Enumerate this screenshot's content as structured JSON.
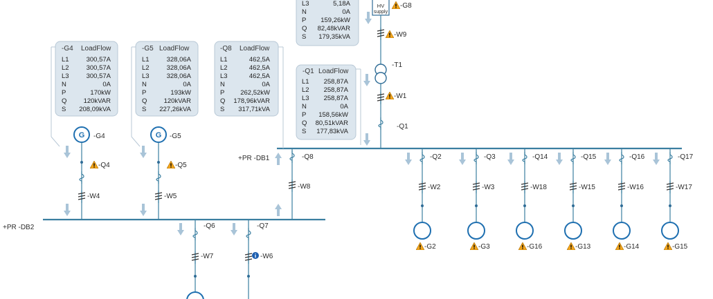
{
  "panels": [
    {
      "id": "g4",
      "title": "-G4",
      "header": "LoadFlow",
      "rows": [
        [
          "L1",
          "300,57A"
        ],
        [
          "L2",
          "300,57A"
        ],
        [
          "L3",
          "300,57A"
        ],
        [
          "N",
          "0A"
        ],
        [
          "P",
          "170kW"
        ],
        [
          "Q",
          "120kVAR"
        ],
        [
          "S",
          "208,09kVA"
        ]
      ]
    },
    {
      "id": "g5",
      "title": "-G5",
      "header": "LoadFlow",
      "rows": [
        [
          "L1",
          "328,06A"
        ],
        [
          "L2",
          "328,06A"
        ],
        [
          "L3",
          "328,06A"
        ],
        [
          "N",
          "0A"
        ],
        [
          "P",
          "193kW"
        ],
        [
          "Q",
          "120kVAR"
        ],
        [
          "S",
          "227,26kVA"
        ]
      ]
    },
    {
      "id": "q8",
      "title": "-Q8",
      "header": "LoadFlow",
      "rows": [
        [
          "L1",
          "462,5A"
        ],
        [
          "L2",
          "462,5A"
        ],
        [
          "L3",
          "462,5A"
        ],
        [
          "N",
          "0A"
        ],
        [
          "P",
          "262,52kW"
        ],
        [
          "Q",
          "178,96kVAR"
        ],
        [
          "S",
          "317,71kVA"
        ]
      ]
    },
    {
      "id": "q1",
      "title": "-Q1",
      "header": "LoadFlow",
      "rows": [
        [
          "L1",
          "258,87A"
        ],
        [
          "L2",
          "258,87A"
        ],
        [
          "L3",
          "258,87A"
        ],
        [
          "N",
          "0A"
        ],
        [
          "P",
          "158,56kW"
        ],
        [
          "Q",
          "80,51kVAR"
        ],
        [
          "S",
          "177,83kVA"
        ]
      ]
    },
    {
      "id": "top",
      "title": "",
      "header": "",
      "rows": [
        [
          "L3",
          "5,18A"
        ],
        [
          "N",
          "0A"
        ],
        [
          "P",
          "159,26kW"
        ],
        [
          "Q",
          "82,48kVAR"
        ],
        [
          "S",
          "179,35kVA"
        ]
      ]
    }
  ],
  "labels": {
    "hv_supply_1": "HV",
    "hv_supply_2": "supply",
    "g8": "-G8",
    "w9": "-W9",
    "t1": "-T1",
    "w1": "-W1",
    "q1": "-Q1",
    "g4": "-G4",
    "g5": "-G5",
    "q4": "-Q4",
    "q5": "-Q5",
    "w4": "-W4",
    "w5": "-W5",
    "db1": "+PR -DB1",
    "db2": "+PR -DB2",
    "q8": "-Q8",
    "w8": "-W8",
    "q6": "-Q6",
    "q7": "-Q7",
    "w7": "-W7",
    "w6": "-W6",
    "q2": "-Q2",
    "q3": "-Q3",
    "q14": "-Q14",
    "q15": "-Q15",
    "q16": "-Q16",
    "q17": "-Q17",
    "w2": "-W2",
    "w3": "-W3",
    "w18": "-W18",
    "w15": "-W15",
    "w16": "-W16",
    "w17": "-W17",
    "g2": "-G2",
    "g3": "-G3",
    "g16": "-G16",
    "g13": "-G13",
    "g14": "-G14",
    "g15": "-G15",
    "gen_symbol": "G"
  }
}
